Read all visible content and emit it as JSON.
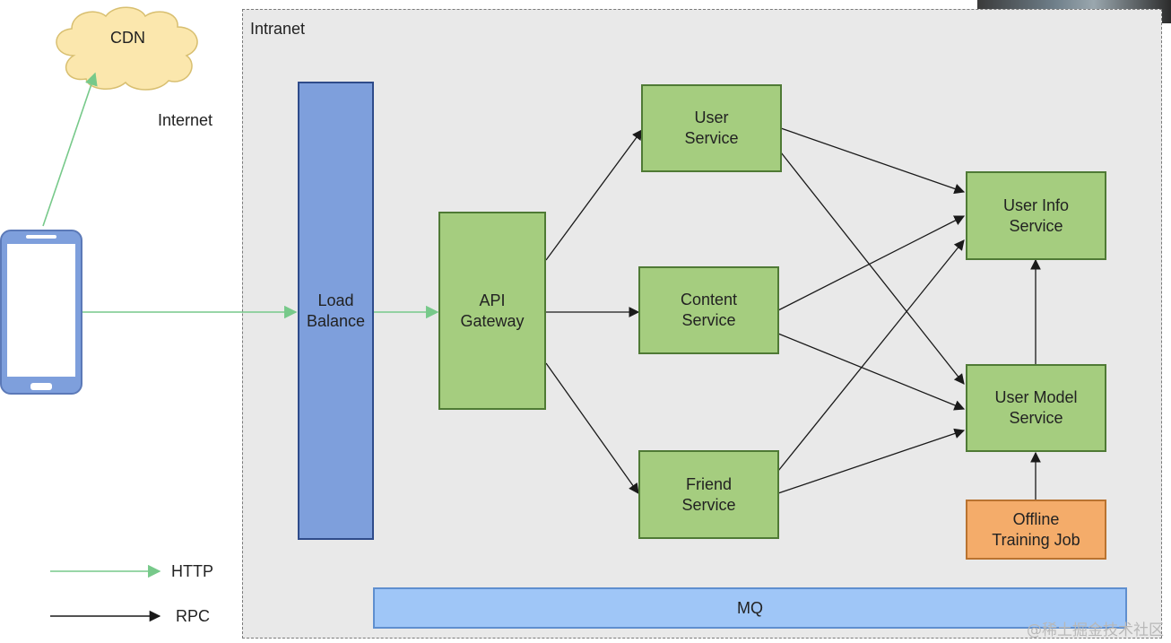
{
  "zones": {
    "intranet": "Intranet",
    "internet": "Internet"
  },
  "cdn": "CDN",
  "nodes": {
    "load_balance": "Load\nBalance",
    "api_gateway": "API\nGateway",
    "user_service": "User\nService",
    "content_service": "Content\nService",
    "friend_service": "Friend\nService",
    "user_info_service": "User Info\nService",
    "user_model_service": "User Model\nService",
    "offline_training_job": "Offline\nTraining Job",
    "mq": "MQ"
  },
  "legend": {
    "http": "HTTP",
    "rpc": "RPC"
  },
  "colors": {
    "http_arrow": "#77c98a",
    "rpc_arrow": "#1a1a1a",
    "service_green": "#a5cd7f",
    "load_balance_blue": "#7e9fdc",
    "offline_orange": "#f4ac6a",
    "mq_blue": "#9fc6f7"
  },
  "watermark": "@稀土掘金技术社区"
}
